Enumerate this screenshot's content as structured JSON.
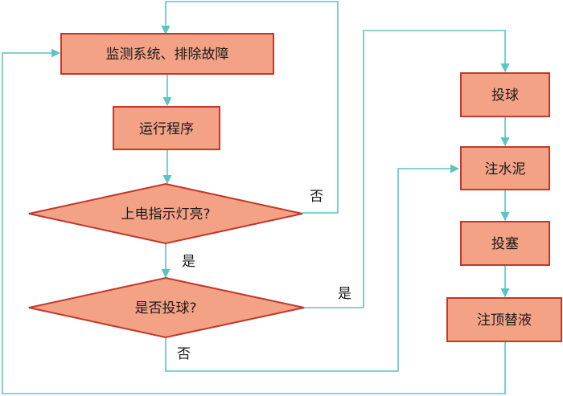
{
  "nodes": {
    "monitor": "监测系统、排除故障",
    "run": "运行程序",
    "power_check": "上电指示灯亮?",
    "ball_check": "是否投球?",
    "drop_ball": "投球",
    "inject_cement": "注水泥",
    "drop_plug": "投塞",
    "inject_fluid": "注顶替液"
  },
  "edges": {
    "power_no": "否",
    "power_yes": "是",
    "ball_yes": "是",
    "ball_no": "否"
  },
  "colors": {
    "node_fill": "#F4A286",
    "node_stroke": "#C0392B",
    "connector": "#5BC4C4"
  }
}
